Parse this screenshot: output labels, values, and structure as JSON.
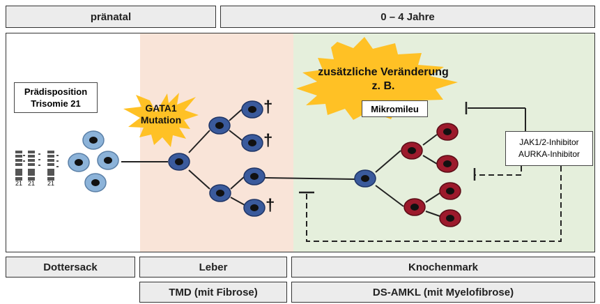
{
  "header": {
    "prenatal": "pränatal",
    "postnatal": "0 – 4 Jahre"
  },
  "boxes": {
    "predisposition_line1": "Prädisposition",
    "predisposition_line2": "Trisomie 21",
    "gata1_line1": "GATA1",
    "gata1_line2": "Mutation",
    "additional_line1": "zusätzliche Veränderung",
    "additional_line2": "z. B.",
    "microenvironment": "Mikromileu",
    "inhibitor_line1": "JAK1/2-Inhibitor",
    "inhibitor_line2": "AURKA-Inhibitor"
  },
  "karyotype_labels": [
    "21",
    "21",
    "21"
  ],
  "cross_symbol": "†",
  "footer": {
    "organs": [
      "Dottersack",
      "Leber",
      "Knochenmark"
    ],
    "diseases": [
      "TMD (mit Fibrose)",
      "DS-AMKL (mit Myelofibrose)"
    ]
  },
  "colors": {
    "liver_zone": "#f9e4d8",
    "marrow_zone": "#e5efdc",
    "star": "#ffc125",
    "blue_cell": "#3a5a9c",
    "red_cell": "#9c1a2c",
    "light_cell": "#8cb3d9"
  }
}
